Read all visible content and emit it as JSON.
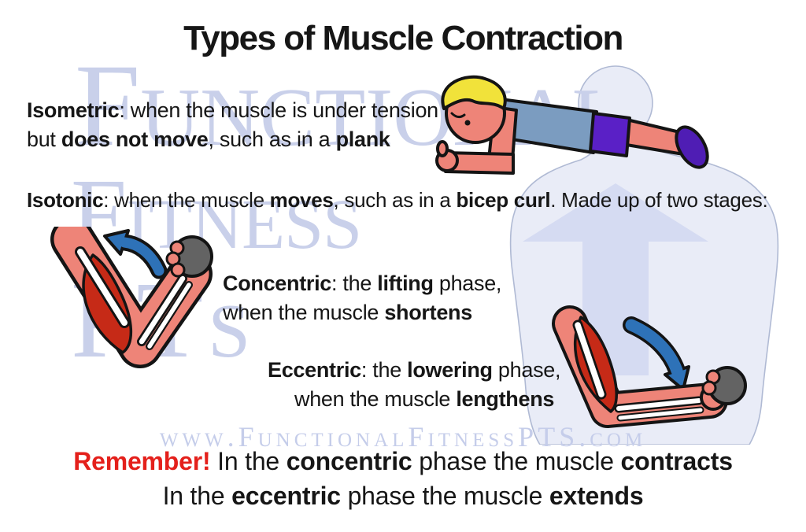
{
  "palette": {
    "text": "#161616",
    "ink": "#141414",
    "red": "#e4201b",
    "wm": "#c9d0ea",
    "wmurl": "#c5cdea",
    "sil": "#e9ecf7",
    "silline": "#b0bad4",
    "silarrow": "#d5dbf2",
    "skin": "#ee8478",
    "muscle": "#c62a17",
    "shirt": "#7b9cc0",
    "shorts": "#5a20c6",
    "shoe": "#4f1db4",
    "hair": "#f1e23a",
    "ball": "#636363",
    "arrow": "#2e72b8"
  },
  "title": "Types of Muscle Contraction",
  "watermark": {
    "word1": "Functional",
    "word2": "Fitness",
    "word3": "PTs",
    "url": "www.FunctionalFitnessPTS.com"
  },
  "icons": {
    "concentric_arrow": "curl-up-arrow",
    "eccentric_arrow": "lower-down-arrow"
  },
  "sections": {
    "isometric": {
      "term": "Isometric",
      "l1rest": ": when the muscle is under tension",
      "l2a": "but ",
      "l2b": "does not move",
      "l2c": ", such as in a ",
      "l2d": "plank"
    },
    "isotonic": {
      "term": "Isotonic",
      "a": ": when the muscle ",
      "b": "moves",
      "c": ", such as in a ",
      "d": "bicep curl",
      "e": ". Made up of two stages:"
    },
    "concentric": {
      "term": "Concentric",
      "a": ": the ",
      "b": "lifting",
      "c": " phase,",
      "l2a": "when the muscle ",
      "l2b": "shortens"
    },
    "eccentric": {
      "term": "Eccentric",
      "a": ": the ",
      "b": "lowering",
      "c": " phase,",
      "l2a": "when the muscle ",
      "l2b": "lengthens"
    },
    "remember": {
      "lead": "Remember!",
      "a": " In the ",
      "b": "concentric",
      "c": " phase the muscle ",
      "d": "contracts",
      "l2a": "In the ",
      "l2b": "eccentric",
      "l2c": " phase the muscle ",
      "l2d": "extends"
    }
  }
}
